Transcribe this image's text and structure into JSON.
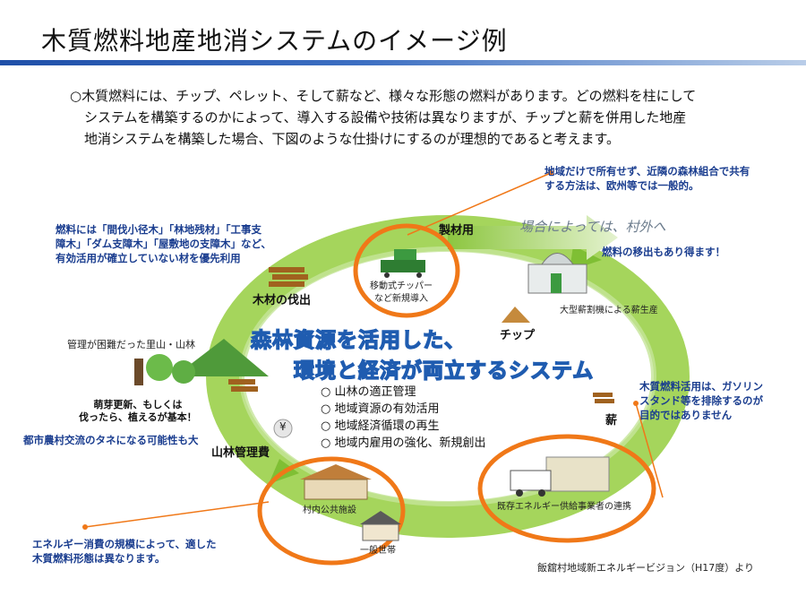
{
  "title": "木質燃料地産地消システムのイメージ例",
  "intro": [
    "○木質燃料には、チップ、ペレット、そして薪など、様々な形態の燃料があります。どの燃料を柱にして",
    "システムを構築するのかによって、導入する設備や技術は異なりますが、チップと薪を併用した地産",
    "地消システムを構築した場合、下図のような仕掛けにするのが理想的であると考えます。"
  ],
  "notes": {
    "top_right": [
      "地域だけで所有せず、近隣の森林組合で共有",
      "する方法は、欧州等では一般的。"
    ],
    "left": [
      "燃料には「間伐小径木」「林地残材」「工事支",
      "障木」「ダム支障木」「屋敷地の支障木」など、",
      "有効活用が確立していない材を優先利用"
    ],
    "right": [
      "木質燃料活用は、ガソリン",
      "スタンド等を排除するのが",
      "目的ではありません"
    ],
    "bottom_left": [
      "エネルギー消費の規模によって、適した",
      "木質燃料形態は異なります。"
    ],
    "export": "燃料の移出もあり得ます！",
    "urban": "都市農村交流のタネになる可能性も大",
    "cut": [
      "萌芽更新、もしくは",
      "伐ったら、植えるが基本！"
    ]
  },
  "labels": {
    "lumber": "製材用",
    "outside": "場合によっては、村外へ",
    "chipper": [
      "移動式チッパー",
      "など新規導入"
    ],
    "big_splitter": "大型薪割機による薪生産",
    "chip": "チップ",
    "firewood": "薪",
    "harvest": "木材の伐出",
    "satoyama": "管理が困難だった里山・山林",
    "forest_fee": "山林管理費",
    "yen": "¥",
    "public": "村内公共施設",
    "household": "一般世帯",
    "supplier": "既存エネルギー供給事業者の連携"
  },
  "center_title": [
    "森林資源を活用した、",
    "環境と経済が両立するシステム"
  ],
  "bullets": [
    "○ 山林の適正管理",
    "○ 地域資源の有効活用",
    "○ 地域経済循環の再生",
    "○ 地域内雇用の強化、新規創出"
  ],
  "source": "飯舘村地域新エネルギービジョン（H17度）より",
  "colors": {
    "accent": "#1f4fa8",
    "cycle": "#8cc63f",
    "highlight": "#f07818"
  }
}
